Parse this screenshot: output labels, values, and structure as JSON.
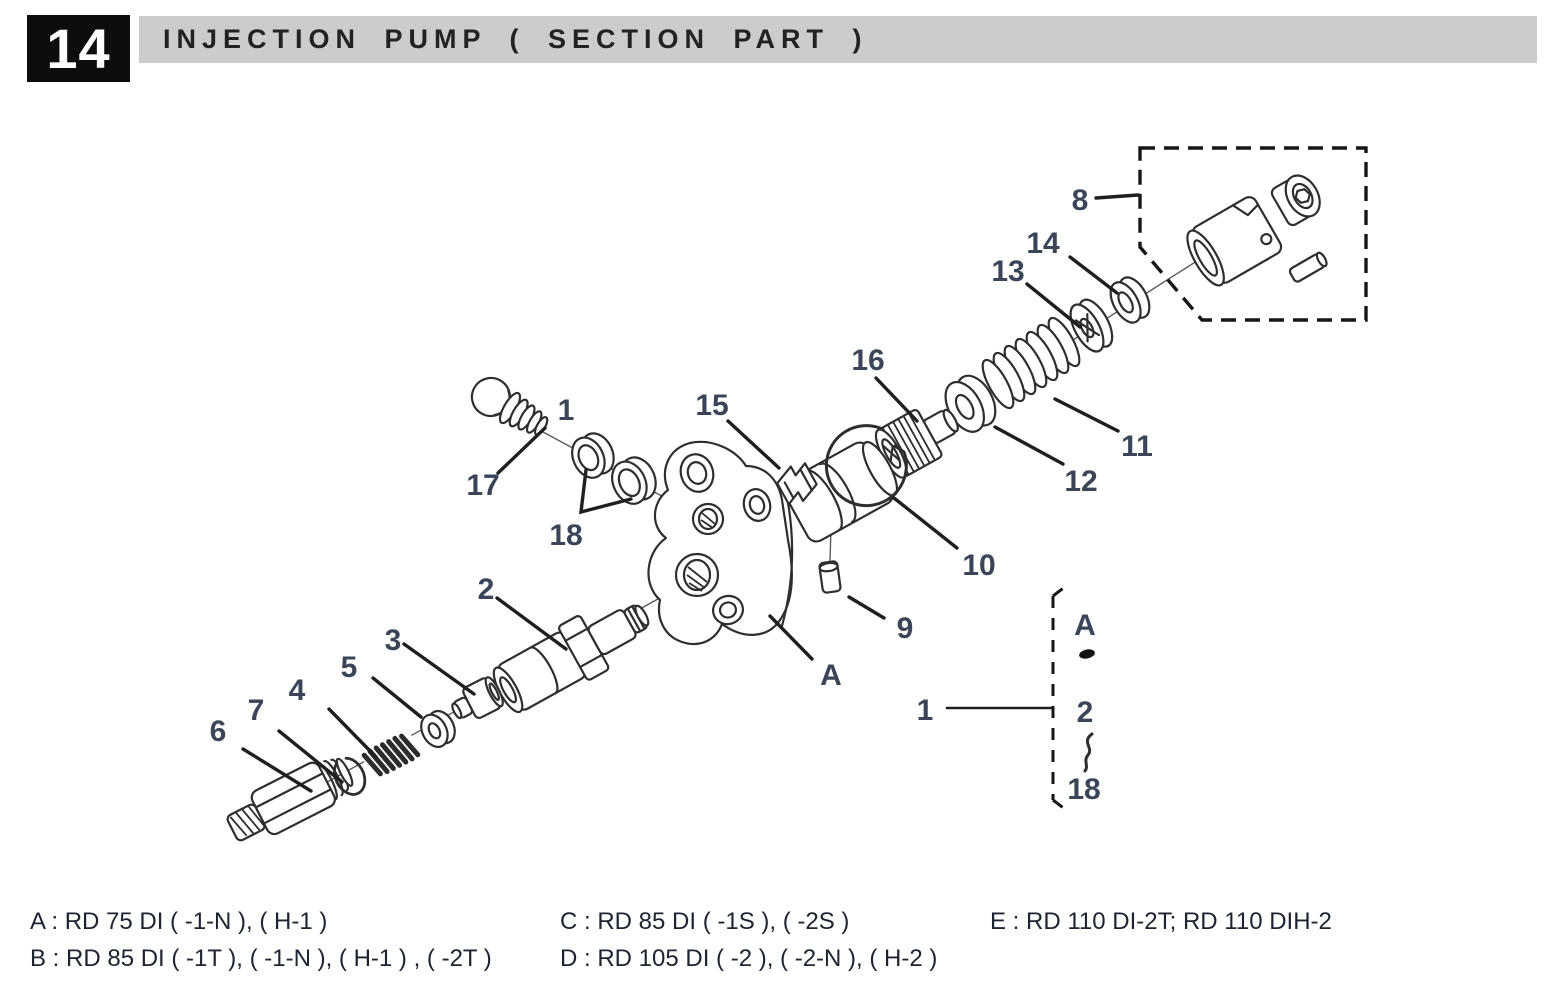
{
  "header": {
    "page_number": "14",
    "title": "INJECTION PUMP ( SECTION PART )"
  },
  "diagram": {
    "callouts": {
      "n1": "1",
      "n2": "2",
      "n3": "3",
      "n4": "4",
      "n5": "5",
      "n6": "6",
      "n7": "7",
      "n8": "8",
      "n9": "9",
      "n10": "10",
      "n11": "11",
      "n12": "12",
      "n13": "13",
      "n14": "14",
      "n15": "15",
      "n16": "16",
      "n17": "17",
      "n18": "18",
      "A": "A",
      "ref1": "1",
      "refA": "A",
      "ref2": "2",
      "ref18": "18"
    }
  },
  "legend": {
    "entries": [
      {
        "key": "A",
        "text": "A : RD 75 DI ( -1-N ), ( H-1 )"
      },
      {
        "key": "B",
        "text": "B : RD 85 DI ( -1T ), ( -1-N ), ( H-1 ) , ( -2T )"
      },
      {
        "key": "C",
        "text": "C : RD 85 DI ( -1S ), ( -2S )"
      },
      {
        "key": "D",
        "text": "D : RD 105 DI ( -2 ), ( -2-N ), ( H-2 )"
      },
      {
        "key": "E",
        "text": "E : RD 110 DI-2T; RD 110 DIH-2"
      }
    ]
  }
}
